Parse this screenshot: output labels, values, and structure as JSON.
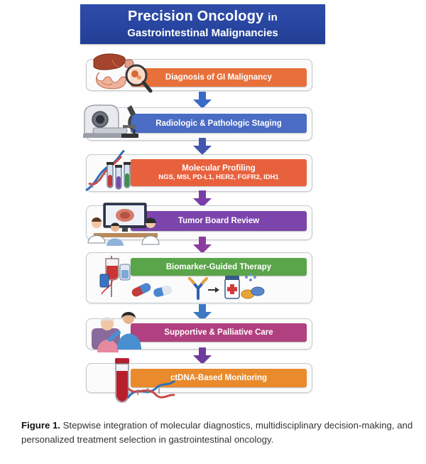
{
  "title": {
    "line1": "Precision Oncology",
    "line1_suffix": "in",
    "line2": "Gastrointestinal Malignancies"
  },
  "steps": [
    {
      "label": "Diagnosis of GI Malignancy",
      "color": "#e8703a"
    },
    {
      "label": "Radiologic & Pathologic Staging",
      "color": "#4a6cc4"
    },
    {
      "label": "Molecular Profiling",
      "sublabel": "NGS, MSI, PD-L1, HER2, FGFR2, IDH1",
      "color": "#e8613d"
    },
    {
      "label": "Tumor Board Review",
      "color": "#7b45ac"
    },
    {
      "label": "Biomarker-Guided Therapy",
      "color": "#5aa44a"
    },
    {
      "label": "Supportive & Palliative Care",
      "color": "#b0407f"
    },
    {
      "label": "ctDNA-Based Monitoring",
      "color": "#e98a2c"
    }
  ],
  "arrow_colors": [
    "#3a6bc7",
    "#4257b0",
    "#7a3da8",
    "#8b3d9e",
    "#3d78c4",
    "#6d3c9c"
  ],
  "icons": [
    "liver-intestine-magnifier-icon",
    "ct-scanner-microscope-icon",
    "dna-test-tubes-icon",
    "physicians-monitor-icon",
    "iv-drip-pills-antibody-icon",
    "caregiver-patient-icon",
    "blood-tube-dna-icon"
  ],
  "caption": {
    "label": "Figure 1.",
    "text": "Stepwise integration of molecular diagnostics, multidisciplinary decision-making, and personalized treatment selection in gastrointestinal oncology."
  }
}
